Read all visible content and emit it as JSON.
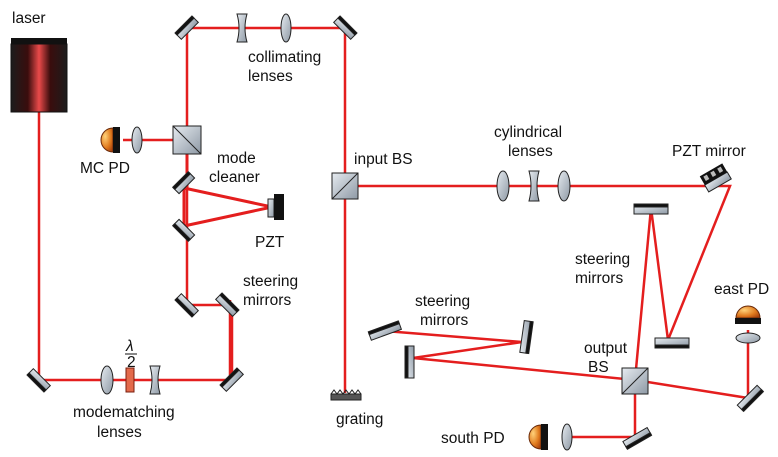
{
  "labels": {
    "laser": "laser",
    "collimating_1": "collimating",
    "collimating_2": "lenses",
    "mc_pd": "MC PD",
    "mode_cleaner_1": "mode",
    "mode_cleaner_2": "cleaner",
    "pzt": "PZT",
    "input_bs": "input BS",
    "cylindrical_1": "cylindrical",
    "cylindrical_2": "lenses",
    "pzt_mirror": "PZT mirror",
    "steering_mid_1": "steering",
    "steering_mid_2": "mirrors",
    "steering_left_1": "steering",
    "steering_left_2": "mirrors",
    "steering_right_1": "steering",
    "steering_right_2": "mirrors",
    "east_pd": "east PD",
    "output_bs_1": "output",
    "output_bs_2": "BS",
    "lambda_num": "λ",
    "lambda_den": "2",
    "modematching_1": "modematching",
    "modematching_2": "lenses",
    "grating": "grating",
    "south_pd": "south PD"
  },
  "colors": {
    "beam": "#e41e1e",
    "optic": "#b9c2cc",
    "optic_edge": "#222222",
    "detector": "#e07a1e"
  }
}
